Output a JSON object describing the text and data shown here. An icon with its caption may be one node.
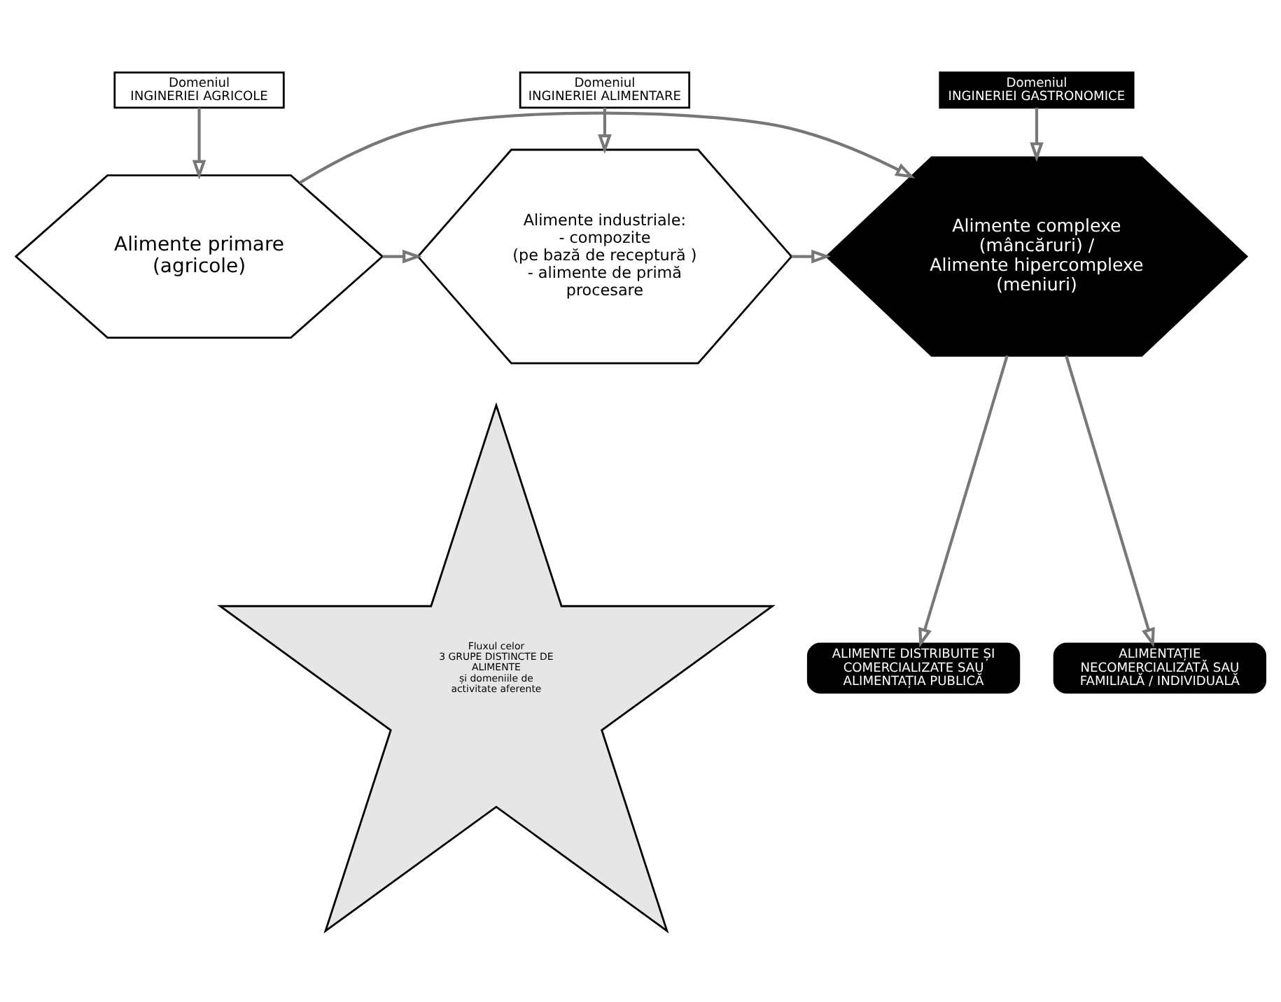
{
  "diagram": {
    "nodes": [
      {
        "text": [
          "Domeniul",
          "INGINERIEI AGRICOLE"
        ]
      },
      {
        "text": [
          "Domeniul",
          "INGINERIEI ALIMENTARE"
        ]
      },
      {
        "text": [
          "Domeniul",
          "INGINERIEI GASTRONOMICE"
        ]
      },
      {
        "text": [
          "Alimente primare (agricole)"
        ]
      },
      {
        "text": [
          "Alimente industriale:",
          "- compozite",
          "(pe bază de receptură )",
          "- alimente de primă procesare"
        ]
      },
      {
        "text": [
          "Alimente complexe",
          "(mâncăruri) /",
          "Alimente hipercomplexe",
          "(meniuri)"
        ]
      },
      {
        "text": [
          "Fluxul celor",
          "3 GRUPE DISTINCTE DE ALIMENTE",
          "și domeniile de activitate aferente"
        ]
      },
      {
        "text": [
          "ALIMENTE DISTRIBUITE ȘI COMERCIALIZATE SAU ALIMENTAȚIA PUBLICĂ"
        ]
      },
      {
        "text": [
          "ALIMENTAȚIE NECOMERCIALIZATĂ SAU FAMILIALĂ / INDIVIDUALĂ"
        ]
      }
    ],
    "edges": [
      {
        "from": 0,
        "to": 3,
        "arrow": "to"
      },
      {
        "from": 1,
        "to": 4,
        "arrow": "to"
      },
      {
        "from": 2,
        "to": 5,
        "arrow": "to"
      },
      {
        "from": 3,
        "to": 4,
        "arrow": "to"
      },
      {
        "from": 4,
        "to": 5,
        "arrow": "to"
      },
      {
        "from": 3,
        "to": 5,
        "arrow": "to"
      },
      {
        "from": 5,
        "to": 7,
        "arrow": "to"
      },
      {
        "from": 5,
        "to": 8,
        "arrow": "to"
      }
    ]
  }
}
